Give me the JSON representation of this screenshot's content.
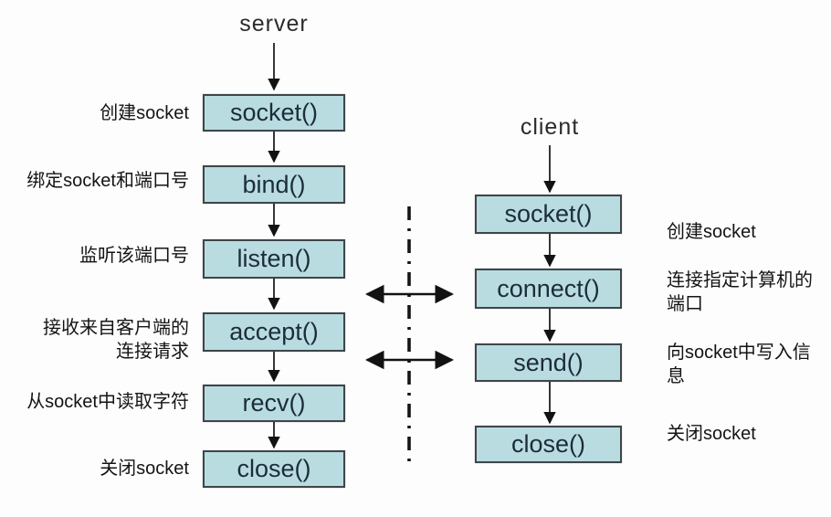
{
  "diagram": {
    "kind": "socket-communication-flowchart",
    "title_server": "server",
    "title_client": "client",
    "server": {
      "steps": [
        {
          "call": "socket()",
          "label_lines": [
            "创建socket"
          ]
        },
        {
          "call": "bind()",
          "label_lines": [
            "绑定socket和端口号"
          ]
        },
        {
          "call": "listen()",
          "label_lines": [
            "监听该端口号"
          ]
        },
        {
          "call": "accept()",
          "label_lines": [
            "接收来自客户端的",
            "连接请求"
          ]
        },
        {
          "call": "recv()",
          "label_lines": [
            "从socket中读取字符"
          ]
        },
        {
          "call": "close()",
          "label_lines": [
            "关闭socket"
          ]
        }
      ]
    },
    "client": {
      "steps": [
        {
          "call": "socket()",
          "label_lines": [
            "创建socket"
          ]
        },
        {
          "call": "connect()",
          "label_lines": [
            "连接指定计算机的",
            "端口"
          ]
        },
        {
          "call": "send()",
          "label_lines": [
            "向socket中写入信",
            "息"
          ]
        },
        {
          "call": "close()",
          "label_lines": [
            "关闭socket"
          ]
        }
      ]
    },
    "colors": {
      "box_fill": "#b9dce1",
      "box_border": "#3e4649",
      "box_text": "#1c2c3a",
      "label_text": "#141414",
      "arrow": "#121212",
      "background": "#fdfdfd"
    }
  }
}
